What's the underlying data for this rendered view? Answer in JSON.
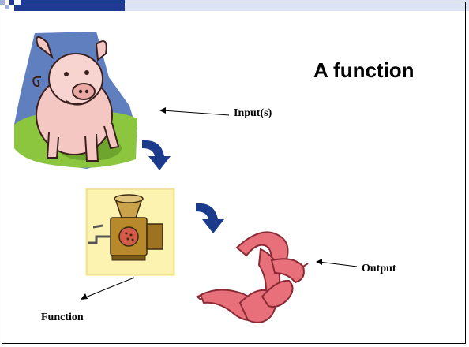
{
  "slide": {
    "title": "A function",
    "labels": {
      "input": "Input(s)",
      "output": "Output",
      "function": "Function"
    }
  },
  "colors": {
    "header_blue": "#1f3a93",
    "arrow_blue": "#1b3a8c",
    "grass_green": "#8cc63e",
    "sky_blue": "#5f7fbf",
    "pig_pink": "#f4c7c3",
    "grinder_bg": "#fdf3b0",
    "grinder_brown": "#b8892a",
    "sausage_pink": "#e8707a"
  },
  "icons": [
    "pig-clipart",
    "meat-grinder-clipart",
    "sausages-clipart",
    "curved-arrow-icon",
    "pointer-arrow-icon"
  ]
}
